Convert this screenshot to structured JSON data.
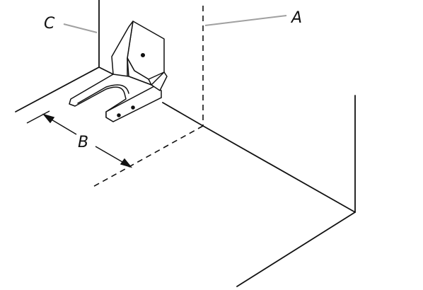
{
  "diagram": {
    "labels": {
      "a": "A",
      "b": "B",
      "c": "C"
    },
    "colors": {
      "line": "#111111",
      "leader": "#a0a0a0",
      "background": "#ffffff"
    }
  }
}
